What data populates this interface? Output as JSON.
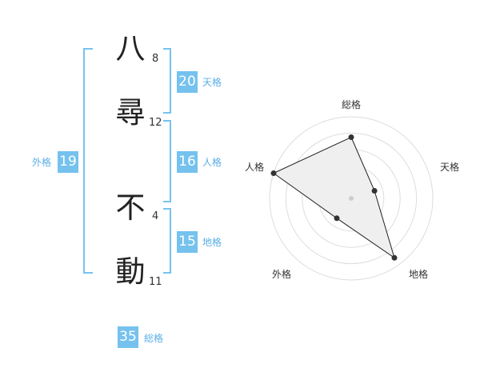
{
  "name": {
    "chars": [
      {
        "char": "八",
        "strokes": "8"
      },
      {
        "char": "尋",
        "strokes": "12"
      },
      {
        "char": "不",
        "strokes": "4"
      },
      {
        "char": "動",
        "strokes": "11"
      }
    ]
  },
  "fortunes": {
    "tenkaku": {
      "value": "20",
      "label": "天格"
    },
    "jinkaku": {
      "value": "16",
      "label": "人格"
    },
    "chikaku": {
      "value": "15",
      "label": "地格"
    },
    "gaikaku": {
      "value": "19",
      "label": "外格"
    },
    "soukaku": {
      "value": "35",
      "label": "総格"
    }
  },
  "colors": {
    "accent": "#75c2ee",
    "accent_text": "#5aaee6",
    "grid": "#dddddd",
    "polygon_fill": "#efefef",
    "polygon_stroke": "#222222"
  },
  "chart_data": {
    "type": "radar",
    "axes": [
      "総格",
      "天格",
      "地格",
      "外格",
      "人格"
    ],
    "values": [
      0.75,
      0.3,
      0.9,
      0.3,
      1.0
    ],
    "rings": 5,
    "range": [
      0,
      1
    ]
  }
}
